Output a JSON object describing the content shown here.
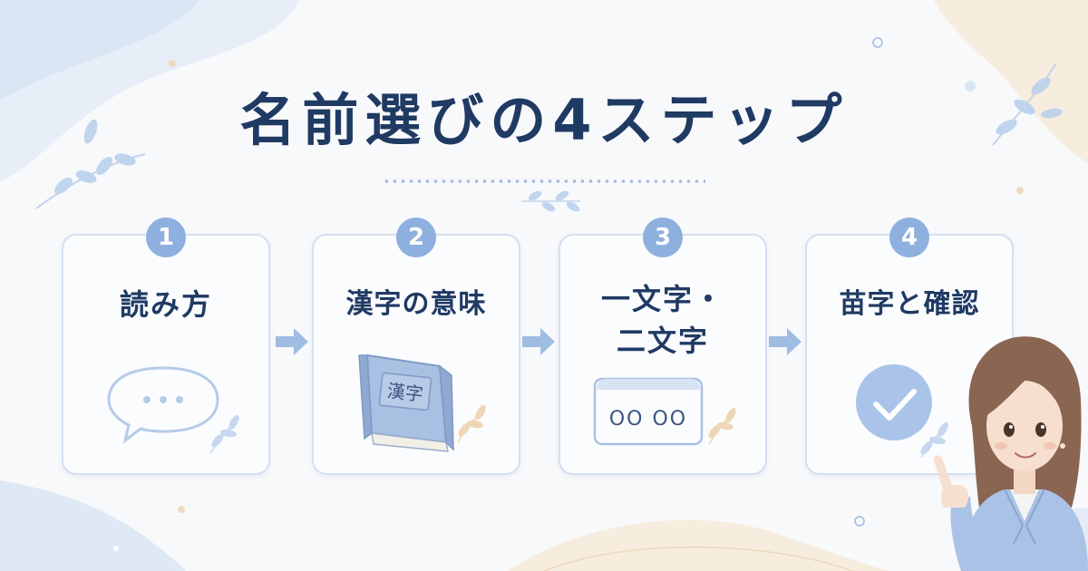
{
  "title": "名前選びの4ステップ",
  "steps": [
    {
      "number": "1",
      "label": "読み方",
      "icon": "speech-bubble-icon"
    },
    {
      "number": "2",
      "label": "漢字の意味",
      "icon": "book-icon",
      "book_text": "漢字"
    },
    {
      "number": "3",
      "label_line1": "一文字・",
      "label_line2": "二文字",
      "icon": "name-card-icon",
      "card_text": "OO OO"
    },
    {
      "number": "4",
      "label": "苗字と確認",
      "icon": "check-circle-icon"
    }
  ],
  "colors": {
    "title": "#1f3a63",
    "accent": "#8eb0de",
    "card_border": "#d3e0f2",
    "icon_stroke": "#b6cbe8",
    "arrow": "#9fbce3"
  }
}
